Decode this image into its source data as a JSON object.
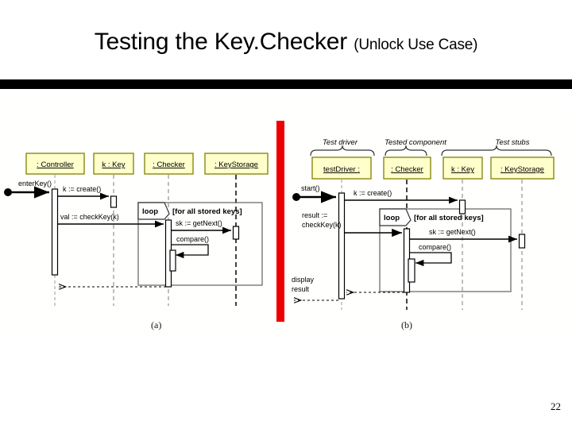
{
  "slide": {
    "title_main": "Testing the Key.Checker ",
    "title_paren_open": "(",
    "title_sub": "Unlock Use Case",
    "title_paren_close": ")",
    "page_number": "22",
    "accent_color": "#ee0000",
    "rule_color": "#000000",
    "lifeline_fill": "#ffffcc",
    "lifeline_stroke": "#808000"
  },
  "diagram_a": {
    "caption": "(a)",
    "type": "uml-sequence-diagram",
    "lifelines": [
      {
        "label": ": Controller"
      },
      {
        "label": "k : Key"
      },
      {
        "label": ": Checker"
      },
      {
        "label": ": KeyStorage"
      }
    ],
    "messages": [
      {
        "label": "enterKey()",
        "kind": "found-message"
      },
      {
        "label": "k := create()",
        "from": ": Controller",
        "to": "k : Key",
        "kind": "synchronous"
      },
      {
        "label": "val := checkKey(k)",
        "from": ": Controller",
        "to": ": Checker",
        "kind": "synchronous"
      },
      {
        "label": "sk := getNext()",
        "from": ": Checker",
        "to": ": KeyStorage",
        "kind": "synchronous"
      },
      {
        "label": "compare()",
        "from": ": Checker",
        "to": ": Checker",
        "kind": "self-call"
      },
      {
        "label": "",
        "from": ": Checker",
        "to": ": Controller",
        "kind": "return"
      }
    ],
    "fragment": {
      "operator": "loop",
      "guard": "[for all stored keys]"
    }
  },
  "diagram_b": {
    "caption": "(b)",
    "type": "uml-sequence-diagram",
    "groups": [
      {
        "label": "Test driver",
        "covers": [
          "testDriver :"
        ]
      },
      {
        "label": "Tested component",
        "covers": [
          ": Checker"
        ]
      },
      {
        "label": "Test stubs",
        "covers": [
          "k : Key",
          ": KeyStorage"
        ]
      }
    ],
    "lifelines": [
      {
        "label": "testDriver :"
      },
      {
        "label": ": Checker"
      },
      {
        "label": "k : Key"
      },
      {
        "label": ": KeyStorage"
      }
    ],
    "messages": [
      {
        "label": "start()",
        "kind": "found-message"
      },
      {
        "label": "k := create()",
        "from": "testDriver :",
        "to": "k : Key",
        "kind": "synchronous"
      },
      {
        "label": "result :=",
        "label2": "checkKey(k)",
        "from": "testDriver :",
        "to": ": Checker",
        "kind": "synchronous"
      },
      {
        "label": "sk := getNext()",
        "from": ": Checker",
        "to": ": KeyStorage",
        "kind": "synchronous"
      },
      {
        "label": "compare()",
        "from": ": Checker",
        "to": ": Checker",
        "kind": "self-call"
      },
      {
        "label": "display",
        "label2": "result",
        "from": "testDriver :",
        "kind": "return-out"
      }
    ],
    "fragment": {
      "operator": "loop",
      "guard": "[for all stored keys]"
    }
  }
}
